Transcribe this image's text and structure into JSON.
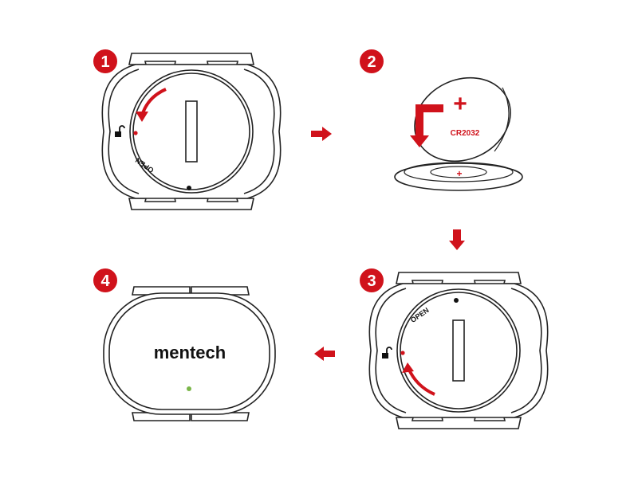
{
  "steps": [
    {
      "number": "1",
      "label": "OPEN"
    },
    {
      "number": "2",
      "battery_label": "CR2032",
      "polarity": "+"
    },
    {
      "number": "3",
      "label": "OPEN"
    },
    {
      "number": "4",
      "brand": "mentech"
    }
  ],
  "colors": {
    "accent": "#d0121b",
    "line": "#222222",
    "led": "#7ab648"
  }
}
